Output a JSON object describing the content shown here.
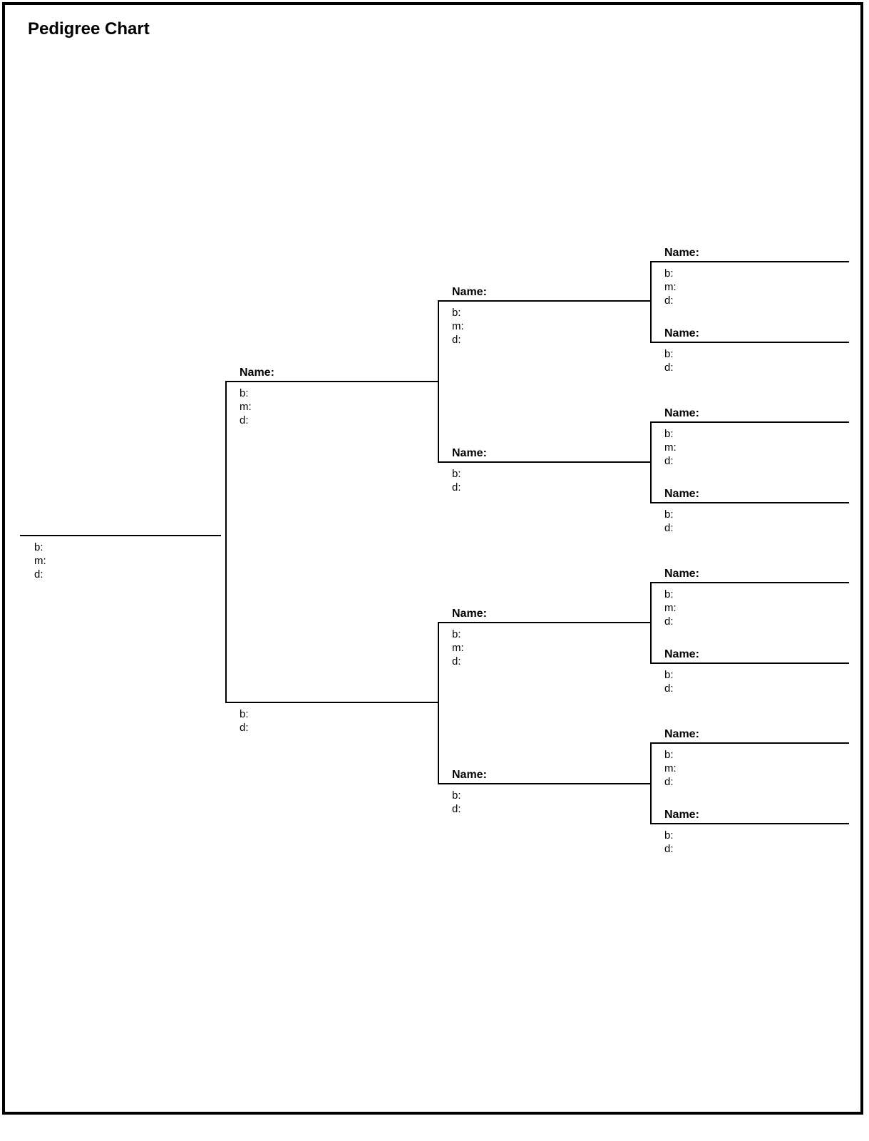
{
  "title": "Pedigree Chart",
  "labels": {
    "name": "Name:",
    "born": "b:",
    "married": "m:",
    "died": "d:"
  },
  "colors": {
    "line": "#000000",
    "background": "#ffffff"
  }
}
